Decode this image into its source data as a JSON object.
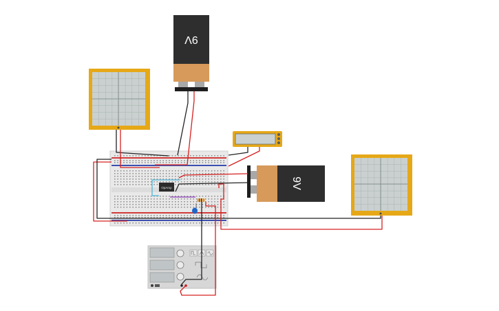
{
  "components": {
    "battery_top": {
      "label": "9V",
      "colors": {
        "body": "#2e2e2e",
        "band": "#d79a5a",
        "clip": "#1e1e1e"
      }
    },
    "battery_right": {
      "label": "9V",
      "colors": {
        "body": "#2e2e2e",
        "band": "#d79a5a",
        "clip": "#1e1e1e"
      }
    },
    "chip": {
      "label": "OpAmp"
    },
    "oscilloscope_colors": {
      "frame": "#e6a817",
      "screen": "#c9d0cf",
      "grid": "#9aa5a4"
    },
    "multimeter_colors": {
      "frame": "#e6a817",
      "screen": "#c9d0cf"
    },
    "function_generator_colors": {
      "body": "#d7d7d7",
      "display": "#bfc5c6"
    }
  },
  "wire_colors": {
    "red": "#d62020",
    "black": "#222222",
    "cyan": "#4fb6d8",
    "purple": "#8a3fb8"
  }
}
